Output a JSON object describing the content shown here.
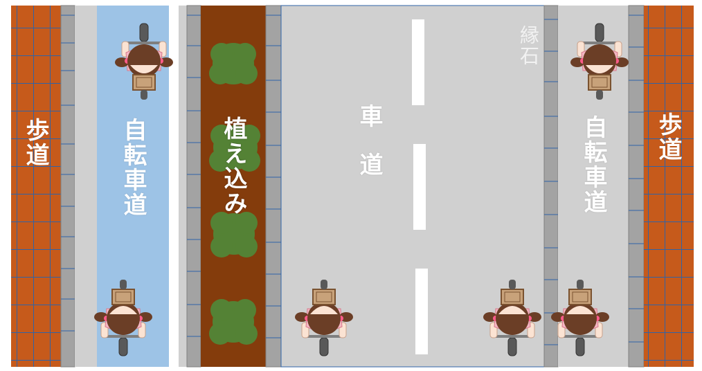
{
  "labels": {
    "sidewalk_left": "歩道",
    "bike_lane_left": "自転車道",
    "planting": "植え込み",
    "roadway": "車道",
    "curb": "縁石",
    "bike_lane_right": "自転車道",
    "sidewalk_right": "歩道"
  },
  "colors": {
    "sidewalk_brick": "#c65a1b",
    "brick_grout": "#2f63a8",
    "curb": "#a3a3a3",
    "bike_lane_left": "#9dc3e6",
    "bike_lane_right": "#d0d0d0",
    "roadway": "#d0d0d0",
    "planting_soil": "#843c0c",
    "shrub": "#548235",
    "lane_marking": "#ffffff"
  }
}
